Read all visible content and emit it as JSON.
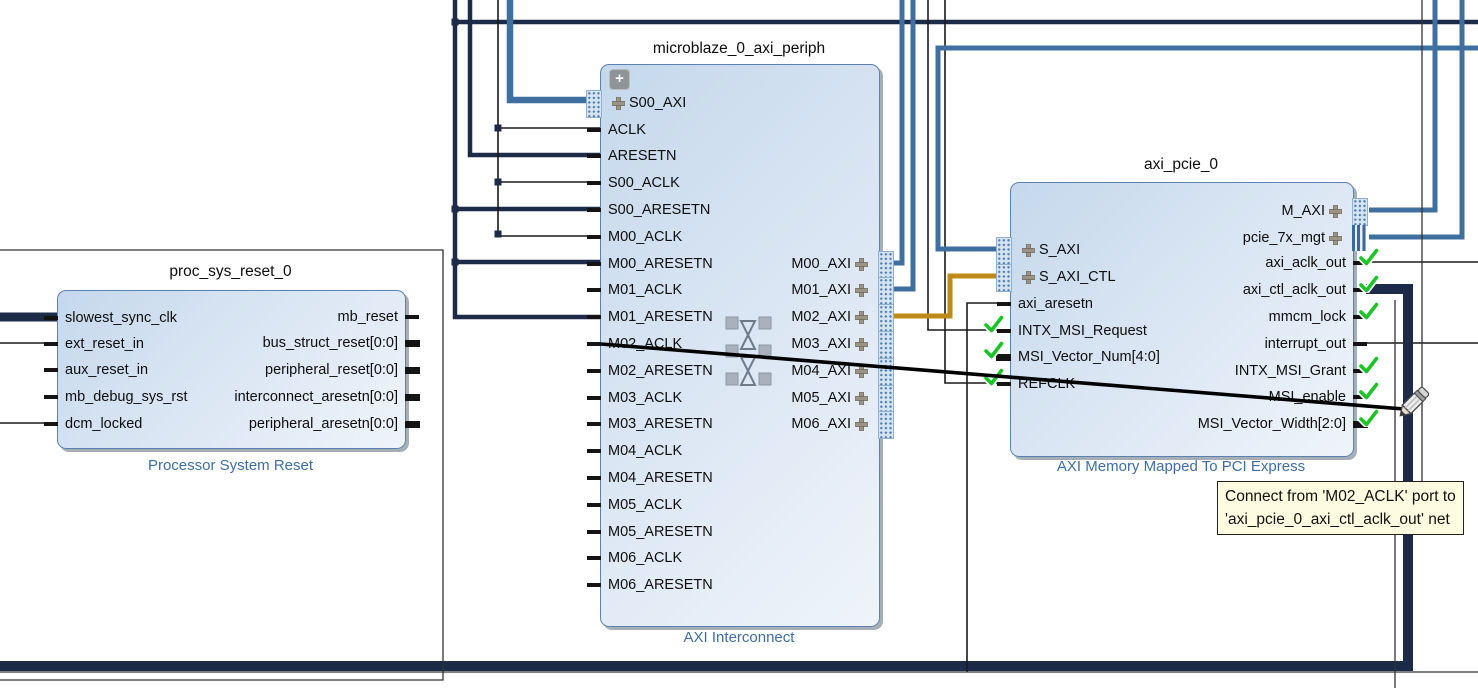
{
  "app": "block-design-editor",
  "tooltip": {
    "line1": "Connect from 'M02_ACLK' port to",
    "line2": "'axi_pcie_0_axi_ctl_aclk_out' net"
  },
  "colors": {
    "net_navy": "#1c2b47",
    "net_interface_blue": "#3f6f9f",
    "net_thin": "#1a1a1a",
    "net_gold": "#c08a17",
    "boundary": "#333333",
    "check_green": "#1dc427",
    "subtitle_blue": "#3e6ea9",
    "tooltip_bg": "#fdfce1"
  },
  "icons": {
    "expand_button": "+",
    "interface_plus": "plus-cross",
    "pencil_cursor": "pencil",
    "dnv_check": "green-check",
    "interconnect_symbol": "crossbar"
  },
  "blocks": {
    "proc": {
      "title": "proc_sys_reset_0",
      "subtitle": "Processor System Reset",
      "left_ports": [
        {
          "name": "slowest_sync_clk",
          "kind": "pin",
          "vector": false,
          "check": false
        },
        {
          "name": "ext_reset_in",
          "kind": "pin",
          "vector": false,
          "check": false
        },
        {
          "name": "aux_reset_in",
          "kind": "pin",
          "vector": false,
          "check": false
        },
        {
          "name": "mb_debug_sys_rst",
          "kind": "pin",
          "vector": false,
          "check": false
        },
        {
          "name": "dcm_locked",
          "kind": "pin",
          "vector": false,
          "check": false
        }
      ],
      "right_ports": [
        {
          "name": "mb_reset",
          "kind": "pin",
          "vector": false,
          "check": false
        },
        {
          "name": "bus_struct_reset[0:0]",
          "kind": "pin",
          "vector": true,
          "check": false
        },
        {
          "name": "peripheral_reset[0:0]",
          "kind": "pin",
          "vector": true,
          "check": false
        },
        {
          "name": "interconnect_aresetn[0:0]",
          "kind": "pin",
          "vector": true,
          "check": false
        },
        {
          "name": "peripheral_aresetn[0:0]",
          "kind": "pin",
          "vector": true,
          "check": false
        }
      ]
    },
    "mb": {
      "title": "microblaze_0_axi_periph",
      "subtitle": "AXI Interconnect",
      "left_ports": [
        {
          "name": "S00_AXI",
          "kind": "interface",
          "conn": "dotted",
          "check": false
        },
        {
          "name": "ACLK",
          "kind": "pin",
          "vector": false,
          "check": false
        },
        {
          "name": "ARESETN",
          "kind": "pin",
          "vector": false,
          "check": false
        },
        {
          "name": "S00_ACLK",
          "kind": "pin",
          "vector": false,
          "check": false
        },
        {
          "name": "S00_ARESETN",
          "kind": "pin",
          "vector": false,
          "check": false
        },
        {
          "name": "M00_ACLK",
          "kind": "pin",
          "vector": false,
          "check": false
        },
        {
          "name": "M00_ARESETN",
          "kind": "pin",
          "vector": false,
          "check": false
        },
        {
          "name": "M01_ACLK",
          "kind": "pin",
          "vector": false,
          "check": false
        },
        {
          "name": "M01_ARESETN",
          "kind": "pin",
          "vector": false,
          "check": false
        },
        {
          "name": "M02_ACLK",
          "kind": "pin",
          "vector": false,
          "check": false
        },
        {
          "name": "M02_ARESETN",
          "kind": "pin",
          "vector": false,
          "check": false
        },
        {
          "name": "M03_ACLK",
          "kind": "pin",
          "vector": false,
          "check": false
        },
        {
          "name": "M03_ARESETN",
          "kind": "pin",
          "vector": false,
          "check": false
        },
        {
          "name": "M04_ACLK",
          "kind": "pin",
          "vector": false,
          "check": false
        },
        {
          "name": "M04_ARESETN",
          "kind": "pin",
          "vector": false,
          "check": false
        },
        {
          "name": "M05_ACLK",
          "kind": "pin",
          "vector": false,
          "check": false
        },
        {
          "name": "M05_ARESETN",
          "kind": "pin",
          "vector": false,
          "check": false
        },
        {
          "name": "M06_ACLK",
          "kind": "pin",
          "vector": false,
          "check": false
        },
        {
          "name": "M06_ARESETN",
          "kind": "pin",
          "vector": false,
          "check": false
        }
      ],
      "right_ports": [
        {
          "name": "M00_AXI",
          "kind": "interface",
          "conn": "dotted",
          "check": false
        },
        {
          "name": "M01_AXI",
          "kind": "interface",
          "conn": "dotted",
          "check": false
        },
        {
          "name": "M02_AXI",
          "kind": "interface",
          "conn": "dotted",
          "check": false
        },
        {
          "name": "M03_AXI",
          "kind": "interface",
          "conn": "dotted",
          "check": false
        },
        {
          "name": "M04_AXI",
          "kind": "interface",
          "conn": "dotted",
          "check": false
        },
        {
          "name": "M05_AXI",
          "kind": "interface",
          "conn": "dotted",
          "check": false
        },
        {
          "name": "M06_AXI",
          "kind": "interface",
          "conn": "dotted",
          "check": false
        }
      ]
    },
    "pcie": {
      "title": "axi_pcie_0",
      "subtitle": "AXI Memory Mapped To PCI Express",
      "left_ports": [
        {
          "name": "S_AXI",
          "kind": "interface",
          "conn": "dotted",
          "check": false
        },
        {
          "name": "S_AXI_CTL",
          "kind": "interface",
          "conn": "dotted",
          "check": false
        },
        {
          "name": "axi_aresetn",
          "kind": "pin",
          "vector": false,
          "check": false
        },
        {
          "name": "INTX_MSI_Request",
          "kind": "pin",
          "vector": false,
          "check": true
        },
        {
          "name": "MSI_Vector_Num[4:0]",
          "kind": "pin",
          "vector": true,
          "check": true
        },
        {
          "name": "REFCLK",
          "kind": "pin",
          "vector": false,
          "check": true
        }
      ],
      "right_ports": [
        {
          "name": "M_AXI",
          "kind": "interface",
          "conn": "dotted",
          "check": false
        },
        {
          "name": "pcie_7x_mgt",
          "kind": "interface",
          "conn": "striped",
          "check": false
        },
        {
          "name": "axi_aclk_out",
          "kind": "pin",
          "vector": false,
          "check": true
        },
        {
          "name": "axi_ctl_aclk_out",
          "kind": "pin",
          "vector": false,
          "check": true
        },
        {
          "name": "mmcm_lock",
          "kind": "pin",
          "vector": false,
          "check": true
        },
        {
          "name": "interrupt_out",
          "kind": "pin",
          "vector": false,
          "check": false
        },
        {
          "name": "INTX_MSI_Grant",
          "kind": "pin",
          "vector": false,
          "check": true
        },
        {
          "name": "MSI_enable",
          "kind": "pin",
          "vector": false,
          "check": true
        },
        {
          "name": "MSI_Vector_Width[2:0]",
          "kind": "pin",
          "vector": true,
          "check": true
        }
      ]
    }
  }
}
